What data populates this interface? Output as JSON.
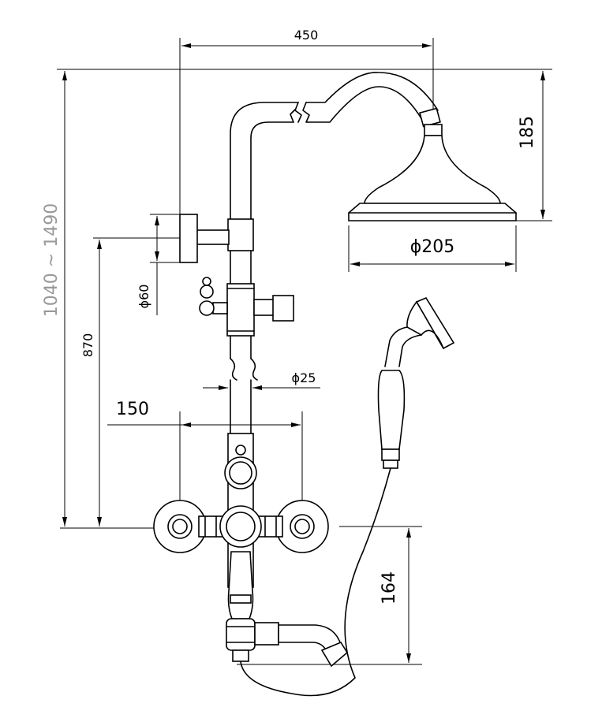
{
  "dimensions": {
    "width_450": "450",
    "height_185": "185",
    "diameter_205": "ϕ205",
    "diameter_60": "ϕ60",
    "diameter_25": "ϕ25",
    "height_870": "870",
    "range_height": "1040 ~ 1490",
    "spacing_150": "150",
    "height_164": "164"
  },
  "colors": {
    "line": "#000000",
    "range_text": "#999999",
    "background": "#ffffff"
  }
}
